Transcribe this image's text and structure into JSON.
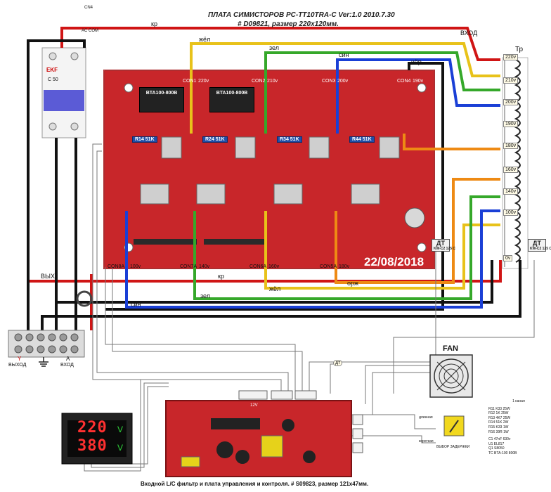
{
  "header": {
    "title_line1": "ПЛАТА СИМИСТОРОВ  PC-TT10TRA-C  Ver:1.0  2010.7.30",
    "title_line2": "# D09821, размер 220х120мм."
  },
  "breaker": {
    "brand": "EKF",
    "rating": "C 50"
  },
  "top_connector": {
    "name": "CN4",
    "label": "AC COM"
  },
  "board": {
    "connectors_top": [
      "CON1",
      "CON2",
      "CON3",
      "CON4"
    ],
    "voltages_top": [
      "220v",
      "210v",
      "200v",
      "190v"
    ],
    "triac_part": "BTA100-800B",
    "resistors": [
      "R14 51K",
      "R24 51K",
      "R34 51K",
      "R44 51K"
    ],
    "connectors_bottom": [
      "CON8A",
      "CON7A",
      "CON6A",
      "CON5A"
    ],
    "voltages_bottom": [
      "100v",
      "140v",
      "160v",
      "180v"
    ],
    "date_stamp": "22/08/2018"
  },
  "wire_labels": {
    "kr": "кр",
    "zhel": "жёл",
    "zel": "зел",
    "sin": "син",
    "chyor": "чёр",
    "oranzh": "орж",
    "vhod": "ВХОД",
    "vyh": "ВЫХ"
  },
  "transformer": {
    "name": "Тр",
    "taps": [
      "220v",
      "210v",
      "200v",
      "190v",
      "180v",
      "160v",
      "140v",
      "100v",
      "0v"
    ]
  },
  "sensors": {
    "board_sensor": "ДТ",
    "board_sensor_spec": "KW-C2 125 C",
    "transformer_sensor": "ДТ",
    "transformer_sensor_spec": "KW-C2 125 C",
    "fan_sensor": "дт"
  },
  "terminal_block": {
    "out_label": "ВЫХОД",
    "in_label": "ВХОД",
    "out_marker": "Y",
    "in_marker": "A"
  },
  "fan": {
    "label": "FAN"
  },
  "switch": {
    "label_long": "длинная",
    "label_short": "короткая",
    "caption": "ВЫБОР ЗАДЕРЖКИ"
  },
  "display": {
    "upper": "220",
    "lower": "380",
    "unit": "V"
  },
  "control_board": {
    "caption": "Входной L/C фильтр и плата управления и контроля.  # S09823, размер 121х47мм.",
    "voltage_label": "12V"
  },
  "legend": {
    "header": "1 канал",
    "rows": [
      "R11  K33  25W",
      "R12  1K  25W",
      "R13  4K7  25W",
      "R14  51K  2W",
      "R15  K33  1W",
      "R16  39R  1W",
      "C1  47nF 630v",
      "U1  EL817",
      "Q1  S8050",
      "TC  BTA-100 800B"
    ]
  }
}
